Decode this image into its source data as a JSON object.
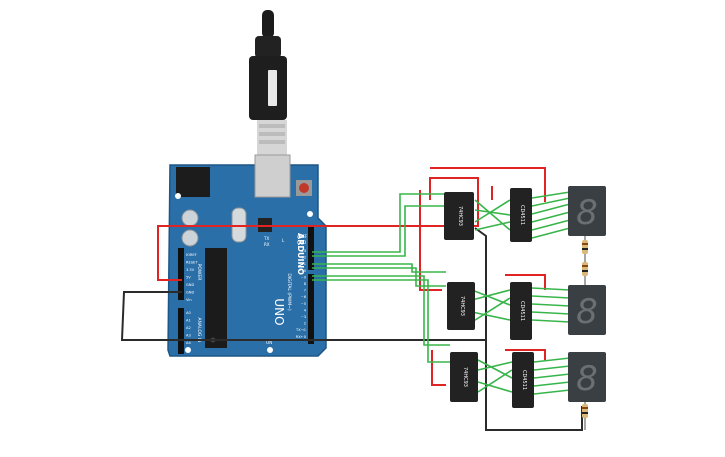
{
  "board": {
    "brand": "ARDUINO",
    "model": "UNO",
    "digital_label": "DIGITAL (PWM~)",
    "power_label": "POWER",
    "analog_label": "ANALOG IN",
    "aref": "AREF",
    "gnd": "GND",
    "tx": "TX",
    "rx": "RX",
    "on": "ON",
    "l": "L",
    "power_pins": [
      "IOREF",
      "RESET",
      "3.3V",
      "5V",
      "GND",
      "GND",
      "Vin"
    ],
    "analog_pins": [
      "A0",
      "A1",
      "A2",
      "A3",
      "A4",
      "A5"
    ],
    "digital_pins": [
      "13",
      "12",
      "~11",
      "~10",
      "~9",
      "8",
      "7",
      "~6",
      "~5",
      "4",
      "~3",
      "2",
      "TX→1",
      "RX←0"
    ]
  },
  "chips": {
    "counter_label": "74HC93",
    "decoder_label": "CD4511"
  },
  "displays": {
    "digit": "8"
  },
  "colors": {
    "board": "#2a6fa8",
    "board_dark": "#1f5f92",
    "wire_red": "#e02424",
    "wire_green": "#38b54a",
    "wire_black": "#2b2b2b",
    "chip": "#222222",
    "display": "#3a3f44",
    "segment": "#6a6f74"
  }
}
